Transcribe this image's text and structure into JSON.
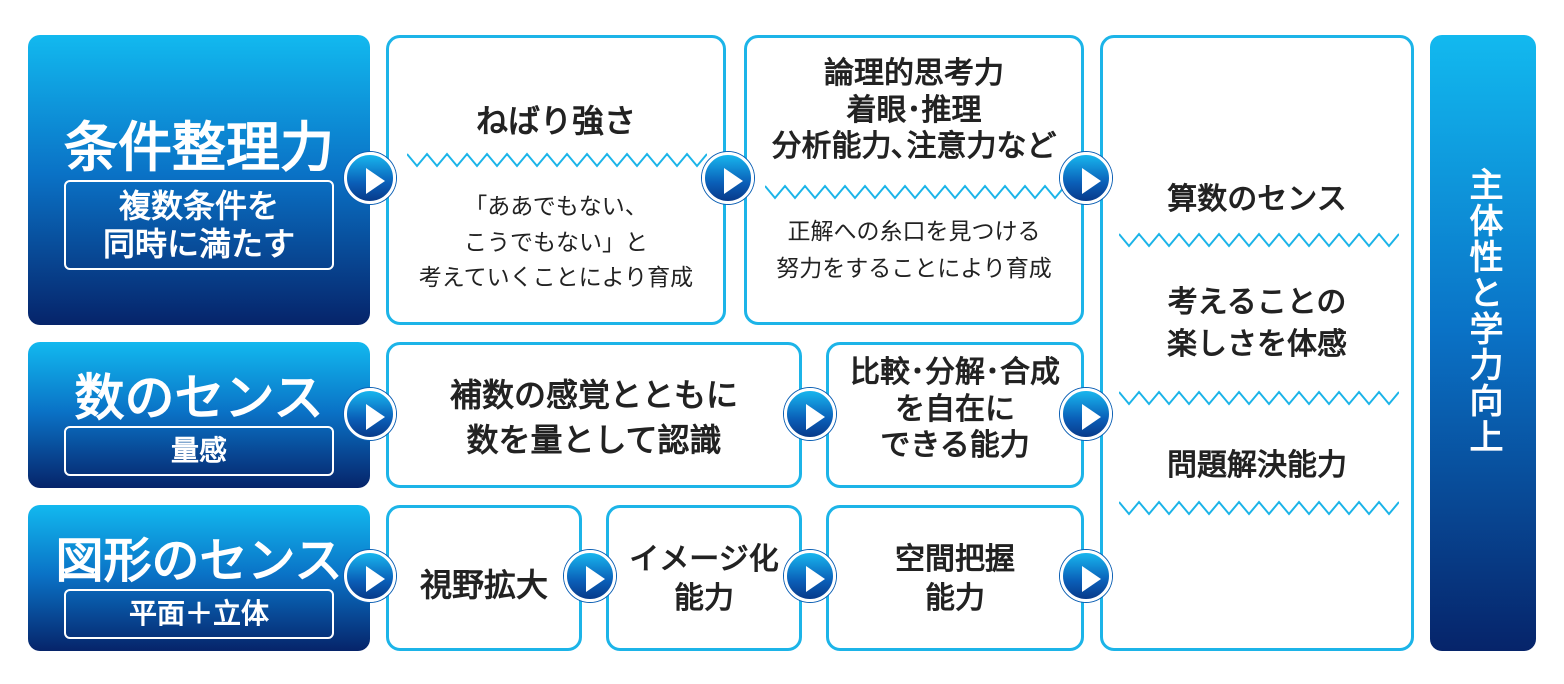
{
  "colors": {
    "accent": "#1cb4e8",
    "gradient_top": "#12b9ef",
    "gradient_bottom": "#06246a"
  },
  "categories": [
    {
      "title": "条件整理力",
      "sub": "複数条件を\n同時に満たす"
    },
    {
      "title": "数のセンス",
      "sub": "量感"
    },
    {
      "title": "図形のセンス",
      "sub": "平面＋立体"
    }
  ],
  "row1": {
    "box1": {
      "head": "ねばり強さ",
      "body": "「ああでもない、\nこうでもない」と\n考えていくことにより育成"
    },
    "box2": {
      "head": "論理的思考力\n着眼･推理\n分析能力､注意力など",
      "body": "正解への糸口を見つける\n努力をすることにより育成"
    }
  },
  "row2": {
    "box1": "補数の感覚とともに\n数を量として認識",
    "box2": "比較･分解･合成\nを自在に\nできる能力"
  },
  "row3": {
    "box1": "視野拡大",
    "box2": "イメージ化\n能力",
    "box3": "空間把握\n能力"
  },
  "outcomes": [
    "算数のセンス",
    "考えることの\n楽しさを体感",
    "問題解決能力"
  ],
  "final": "主体性と学力向上"
}
